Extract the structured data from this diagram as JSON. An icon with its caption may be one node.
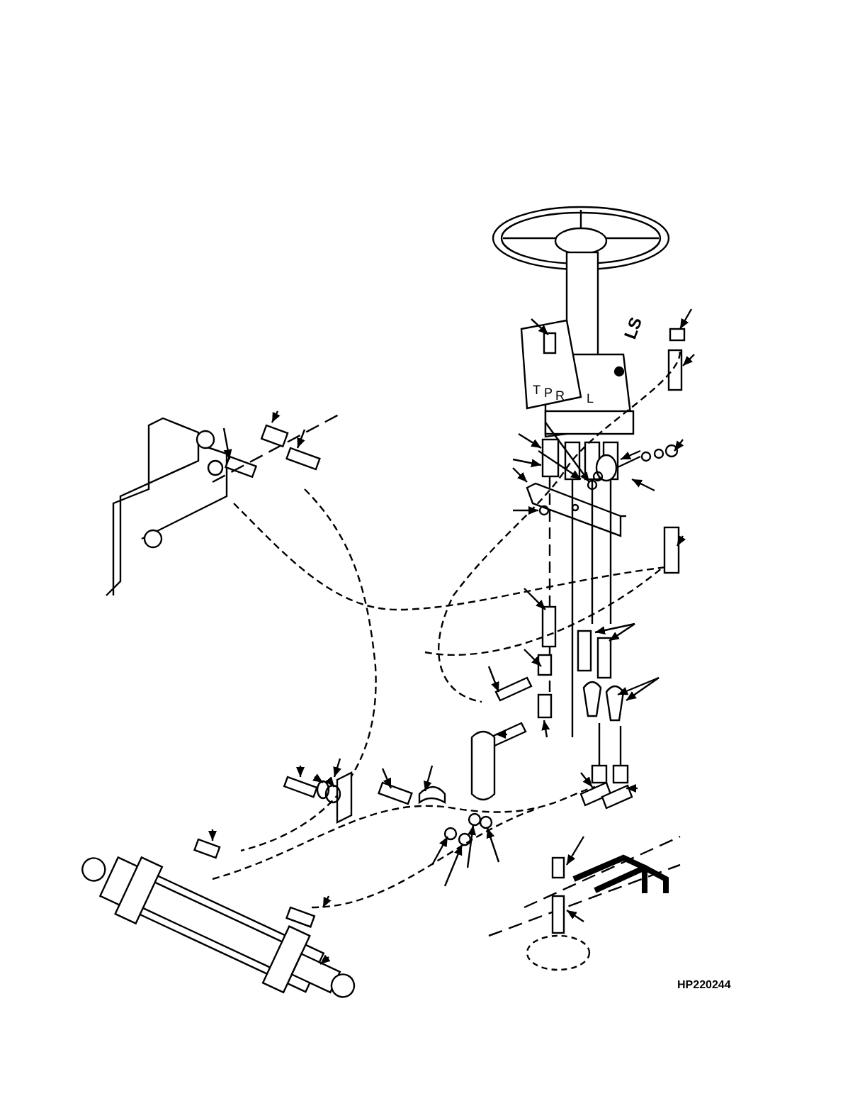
{
  "diagram": {
    "labels": [
      "LS",
      "T",
      "P",
      "R",
      "L",
      "HP220244"
    ]
  }
}
